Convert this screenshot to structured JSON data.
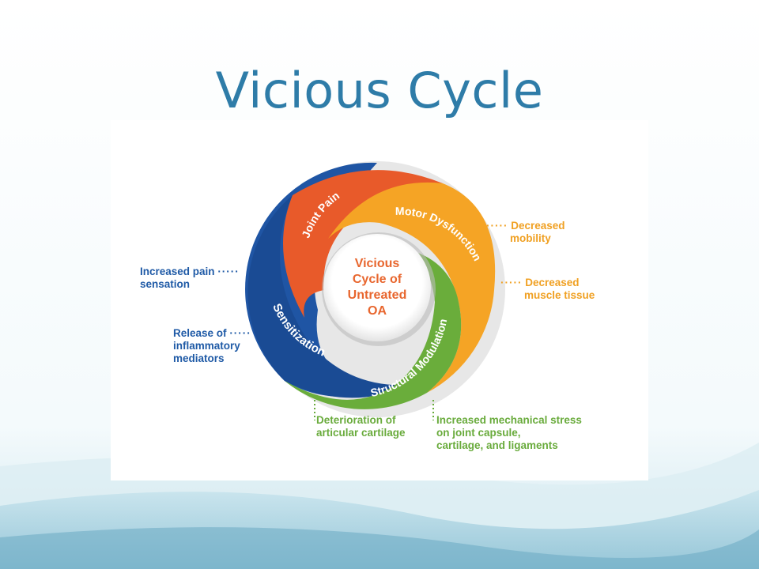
{
  "slide": {
    "title": "Vicious Cycle"
  },
  "diagram": {
    "center": [
      "Vicious",
      "Cycle of",
      "Untreated",
      "OA"
    ],
    "segments": [
      {
        "label": "Joint Pain",
        "color": "#e85a2a"
      },
      {
        "label": "Motor Dysfunction",
        "color": "#f5a425"
      },
      {
        "label": "Structural Modulation",
        "color": "#6aad3b"
      },
      {
        "label": "Sensitization",
        "color": "#1f55a4"
      }
    ],
    "annotations": {
      "increased_pain": [
        "Increased pain",
        "sensation"
      ],
      "release_mediators": [
        "Release of",
        "inflammatory",
        "mediators"
      ],
      "decreased_mobility": [
        "Decreased",
        "mobility"
      ],
      "decreased_muscle": [
        "Decreased",
        "muscle tissue"
      ],
      "deterioration": [
        "Deterioration of",
        "articular cartilage"
      ],
      "mechanical_stress": [
        "Increased mechanical stress",
        "on joint capsule,",
        "cartilage, and ligaments"
      ]
    }
  }
}
